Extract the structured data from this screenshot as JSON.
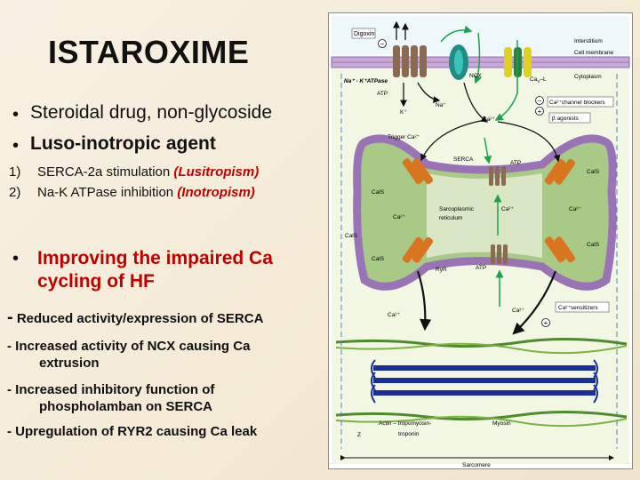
{
  "slide": {
    "title": "ISTAROXIME",
    "bullet_symbol": "•",
    "points": [
      "Steroidal drug, non-glycoside",
      "Luso-inotropic agent"
    ],
    "numbered": [
      {
        "num": "1)",
        "text": "SERCA-2a stimulation ",
        "note": "(Lusitropism)"
      },
      {
        "num": "2)",
        "text": "Na-K ATPase inhibition ",
        "note": "(Inotropism)"
      }
    ],
    "highlight": {
      "line1": "Improving the impaired Ca",
      "line2": "cycling of HF"
    },
    "dashes": [
      {
        "line1": "Reduced activity/expression of SERCA",
        "line2": ""
      },
      {
        "line1": "Increased activity of NCX causing Ca",
        "line2": "extrusion"
      },
      {
        "line1": "Increased inhibitory function of",
        "line2": "phospholamban on SERCA"
      },
      {
        "line1": "Upregulation of RYR2 causing Ca leak",
        "line2": ""
      }
    ]
  },
  "diagram": {
    "labels": {
      "digoxin": "Digoxin",
      "interstitium": "Interstitium",
      "cell_membrane": "Cell membrane",
      "cytoplasm": "Cytoplasm",
      "nak": "Na⁺ - K⁺ATPase",
      "atp1": "ATP",
      "k": "K⁺",
      "na": "Na⁺",
      "ncx": "NCX",
      "ca_l": "Ca",
      "ca_l_sub": "V",
      "ca_l_suffix": "–L",
      "blockers": "Ca²⁺channel blockers",
      "beta": "β agonists",
      "ca_top": "Ca²⁺",
      "trigger": "Trigger Ca²⁺",
      "serca": "SERCA",
      "atp2": "ATP",
      "cals1": "CalS",
      "cals2": "CalS",
      "cals3": "CalS",
      "cals4": "CalS",
      "cals5": "CalS",
      "ca_l1": "Ca²⁺",
      "ca_r1": "Ca²⁺",
      "ca_mid": "Ca²⁺",
      "sr1": "Sarcoplasmic",
      "sr2": "reticulum",
      "ryr": "RyR",
      "atp3": "ATP",
      "ca_bl": "Ca²⁺",
      "ca_br": "Ca²⁺",
      "sensitizers": "Ca²⁺sensitizers",
      "actin1": "Actin – tropomyosin-",
      "actin2": "troponin",
      "myosin": "Myosin",
      "z": "Z",
      "sarcomere": "Sarcomere",
      "minus": "−",
      "plus": "+"
    }
  }
}
